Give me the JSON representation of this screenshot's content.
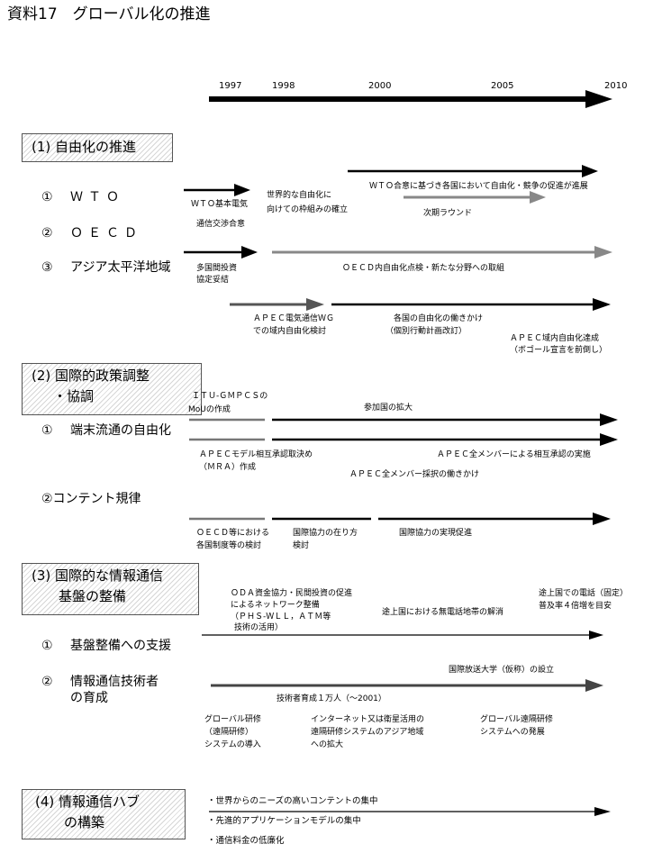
{
  "title": "資料17　グローバル化の推進",
  "timeline": {
    "years": [
      "1997",
      "1998",
      "2000",
      "2005",
      "2010"
    ]
  },
  "sections": {
    "s1": {
      "header": "(1) 自由化の推進",
      "items": [
        {
          "num": "①",
          "label": "ＷＴＯ"
        },
        {
          "num": "②",
          "label": "ＯＥＣＤ"
        },
        {
          "num": "③",
          "label": "アジア太平洋地域"
        }
      ],
      "notes": {
        "wto_basic": "ＷＴＯ基本電気",
        "wto_agree": "通信交渉合意",
        "framework1": "世界的な自由化に",
        "framework2": "向けての枠組みの確立",
        "wto_progress": "ＷＴＯ合意に基づき各国において自由化・競争の促進が進展",
        "next_round": "次期ラウンド",
        "invest1": "多国間投資",
        "invest2": "協定妥結",
        "oecd_review": "ＯＥＣＤ内自由化点検・新たな分野への取組",
        "apec_wg1": "ＡＰＥＣ電気通信ＷＧ",
        "apec_wg2": "での域内自由化検討",
        "national1": "各国の自由化の働きかけ",
        "national2": "（個別行動計画改訂）",
        "apec_achieve1": "ＡＰＥＣ域内自由化達成",
        "apec_achieve2": "（ボゴール宣言を前倒し）"
      }
    },
    "s2": {
      "header_line1": "(2) 国際的政策調整",
      "header_line2": "・協調",
      "items": [
        {
          "num": "①",
          "label": "端末流通の自由化"
        },
        {
          "num": "",
          "label": "②コンテント規律"
        }
      ],
      "notes": {
        "itu1": "ＩＴＵ-ＧＭＰＣＳの",
        "itu2": "MoUの作成",
        "expand": "参加国の拡大",
        "mra1": "ＡＰＥＣモデル相互承認取決め",
        "mra2": "（ＭＲＡ）作成",
        "mra_all": "ＡＰＥＣ全メンバーによる相互承認の実施",
        "mra_adopt": "ＡＰＥＣ全メンバー採択の働きかけ",
        "oecd1": "ＯＥＣＤ等における",
        "oecd2": "各国制度等の検討",
        "coop1": "国際協力の在り方",
        "coop2": "検討",
        "coop_real": "国際協力の実現促進"
      }
    },
    "s3": {
      "header_line1": "(3) 国際的な情報通信",
      "header_line2": "基盤の整備",
      "items": [
        {
          "num": "①",
          "label": "基盤整備への支援"
        },
        {
          "num": "②",
          "label": "情報通信技術者"
        },
        {
          "num": "",
          "label": "の育成"
        }
      ],
      "notes": {
        "oda1": "ＯＤＡ資金協力・民間投資の促進",
        "oda2": "によるネットワーク整備",
        "oda3": "（ＰＨＳ-ＷＬＬ，ＡＴＭ等",
        "oda4": "技術の活用）",
        "phone1": "途上国での電話（固定）",
        "phone2": "普及率４倍増を目安",
        "nophone": "途上国における無電話地帯の解消",
        "univ": "国際放送大学（仮称）の設立",
        "train": "技術者育成１万人（～2001）",
        "gt1": "グローバル研修",
        "gt2": "（遠隔研修）",
        "gt3": "システムの導入",
        "net1": "インターネット又は衛星活用の",
        "net2": "遠隔研修システムのアジア地域",
        "net3": "への拡大",
        "gd1": "グローバル遠隔研修",
        "gd2": "システムへの発展"
      }
    },
    "s4": {
      "header_line1": "(4) 情報通信ハブ",
      "header_line2": "の構築",
      "notes": {
        "b1": "・世界からのニーズの高いコンテントの集中",
        "b2": "・先進的アプリケーションモデルの集中",
        "b3": "・通信料金の低廉化"
      }
    }
  }
}
